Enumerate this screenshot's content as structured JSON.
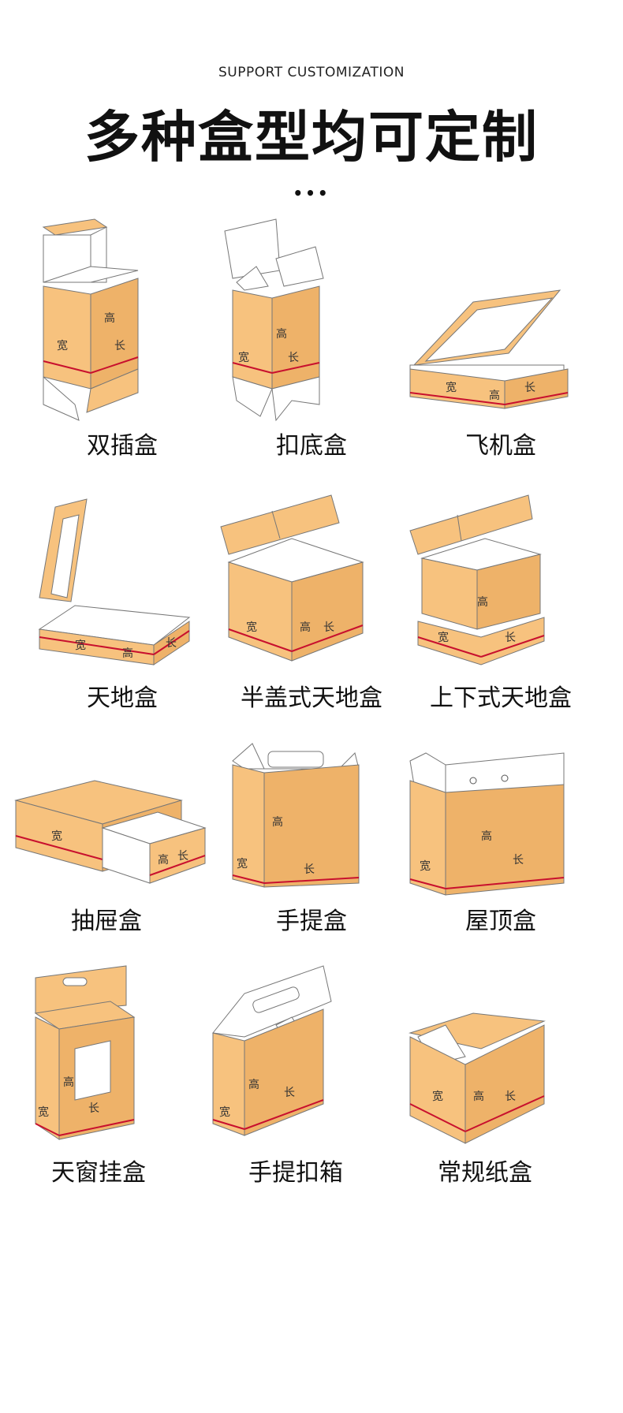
{
  "header": {
    "subtitle": "SUPPORT CUSTOMIZATION",
    "title": "多种盒型均可定制",
    "dots": "•••"
  },
  "dimension_labels": {
    "width": "宽",
    "height": "高",
    "length": "长"
  },
  "colors": {
    "kraft": "#f7c27e",
    "kraft_dark": "#eeb269",
    "edge": "#c8102e",
    "outline": "#777777",
    "inner": "#ffffff"
  },
  "boxes": [
    {
      "name": "双插盒",
      "icon": "tuck-end-box-icon"
    },
    {
      "name": "扣底盒",
      "icon": "lock-bottom-box-icon"
    },
    {
      "name": "飞机盒",
      "icon": "mailer-box-icon"
    },
    {
      "name": "天地盒",
      "icon": "lid-base-box-icon"
    },
    {
      "name": "半盖式天地盒",
      "icon": "half-lid-box-icon"
    },
    {
      "name": "上下式天地盒",
      "icon": "top-bottom-box-icon"
    },
    {
      "name": "抽屉盒",
      "icon": "drawer-box-icon"
    },
    {
      "name": "手提盒",
      "icon": "handle-box-icon"
    },
    {
      "name": "屋顶盒",
      "icon": "roof-box-icon"
    },
    {
      "name": "天窗挂盒",
      "icon": "window-hanger-box-icon"
    },
    {
      "name": "手提扣箱",
      "icon": "handle-lock-carton-icon"
    },
    {
      "name": "常规纸盒",
      "icon": "regular-carton-icon"
    }
  ]
}
